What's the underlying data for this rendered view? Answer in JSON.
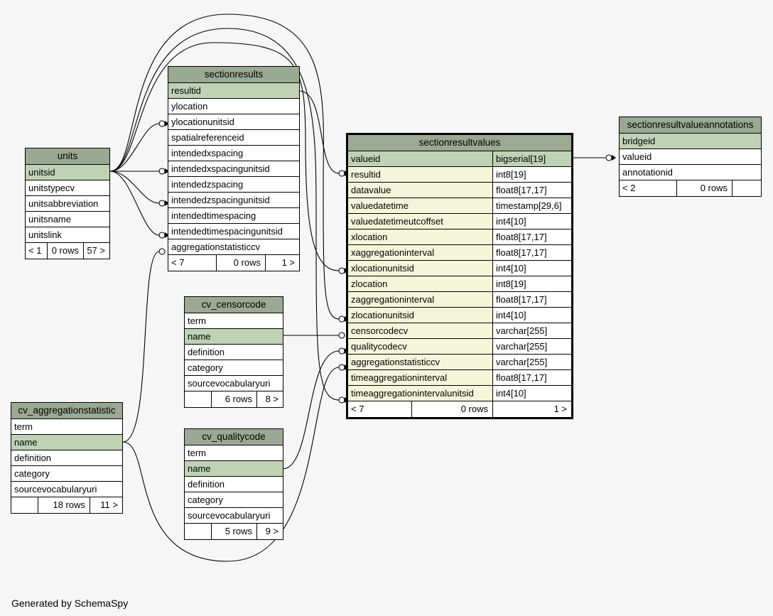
{
  "footer": "Generated by SchemaSpy",
  "tables": {
    "units": {
      "title": "units",
      "rows": [
        {
          "name": "unitsid",
          "kind": "pk"
        },
        {
          "name": "unitstypecv",
          "kind": ""
        },
        {
          "name": "unitsabbreviation",
          "kind": ""
        },
        {
          "name": "unitsname",
          "kind": ""
        },
        {
          "name": "unitslink",
          "kind": ""
        }
      ],
      "footer": [
        "< 1",
        "0 rows",
        "57 >"
      ]
    },
    "sectionresults": {
      "title": "sectionresults",
      "rows": [
        {
          "name": "resultid",
          "kind": "pk"
        },
        {
          "name": "ylocation",
          "kind": ""
        },
        {
          "name": "ylocationunitsid",
          "kind": ""
        },
        {
          "name": "spatialreferenceid",
          "kind": ""
        },
        {
          "name": "intendedxspacing",
          "kind": ""
        },
        {
          "name": "intendedxspacingunitsid",
          "kind": ""
        },
        {
          "name": "intendedzspacing",
          "kind": ""
        },
        {
          "name": "intendedzspacingunitsid",
          "kind": ""
        },
        {
          "name": "intendedtimespacing",
          "kind": ""
        },
        {
          "name": "intendedtimespacingunitsid",
          "kind": ""
        },
        {
          "name": "aggregationstatisticcv",
          "kind": ""
        }
      ],
      "footer": [
        "< 7",
        "0 rows",
        "1 >"
      ]
    },
    "sectionresultvalues": {
      "title": "sectionresultvalues",
      "rows": [
        {
          "name": "valueid",
          "type": "bigserial[19]",
          "kind": "pk"
        },
        {
          "name": "resultid",
          "type": "int8[19]",
          "kind": "fk"
        },
        {
          "name": "datavalue",
          "type": "float8[17,17]",
          "kind": "fk"
        },
        {
          "name": "valuedatetime",
          "type": "timestamp[29,6]",
          "kind": "fk"
        },
        {
          "name": "valuedatetimeutcoffset",
          "type": "int4[10]",
          "kind": "fk"
        },
        {
          "name": "xlocation",
          "type": "float8[17,17]",
          "kind": "fk"
        },
        {
          "name": "xaggregationinterval",
          "type": "float8[17,17]",
          "kind": "fk"
        },
        {
          "name": "xlocationunitsid",
          "type": "int4[10]",
          "kind": "fk"
        },
        {
          "name": "zlocation",
          "type": "int8[19]",
          "kind": "fk"
        },
        {
          "name": "zaggregationinterval",
          "type": "float8[17,17]",
          "kind": "fk"
        },
        {
          "name": "zlocationunitsid",
          "type": "int4[10]",
          "kind": "fk"
        },
        {
          "name": "censorcodecv",
          "type": "varchar[255]",
          "kind": "fk"
        },
        {
          "name": "qualitycodecv",
          "type": "varchar[255]",
          "kind": "fk"
        },
        {
          "name": "aggregationstatisticcv",
          "type": "varchar[255]",
          "kind": "fk"
        },
        {
          "name": "timeaggregationinterval",
          "type": "float8[17,17]",
          "kind": "fk"
        },
        {
          "name": "timeaggregationintervalunitsid",
          "type": "int4[10]",
          "kind": "fk"
        }
      ],
      "footer": [
        "< 7",
        "0 rows",
        "1 >"
      ]
    },
    "sectionresultvalueannotations": {
      "title": "sectionresultvalueannotations",
      "rows": [
        {
          "name": "bridgeid",
          "kind": "pk"
        },
        {
          "name": "valueid",
          "kind": ""
        },
        {
          "name": "annotationid",
          "kind": ""
        }
      ],
      "footer": [
        "< 2",
        "0 rows",
        ""
      ]
    },
    "cv_censorcode": {
      "title": "cv_censorcode",
      "rows": [
        {
          "name": "term",
          "kind": ""
        },
        {
          "name": "name",
          "kind": "pk"
        },
        {
          "name": "definition",
          "kind": ""
        },
        {
          "name": "category",
          "kind": ""
        },
        {
          "name": "sourcevocabularyuri",
          "kind": ""
        }
      ],
      "footer": [
        "",
        "6 rows",
        "8 >"
      ]
    },
    "cv_qualitycode": {
      "title": "cv_qualitycode",
      "rows": [
        {
          "name": "term",
          "kind": ""
        },
        {
          "name": "name",
          "kind": "pk"
        },
        {
          "name": "definition",
          "kind": ""
        },
        {
          "name": "category",
          "kind": ""
        },
        {
          "name": "sourcevocabularyuri",
          "kind": ""
        }
      ],
      "footer": [
        "",
        "5 rows",
        "9 >"
      ]
    },
    "cv_aggregationstatistic": {
      "title": "cv_aggregationstatistic",
      "rows": [
        {
          "name": "term",
          "kind": ""
        },
        {
          "name": "name",
          "kind": "pk"
        },
        {
          "name": "definition",
          "kind": ""
        },
        {
          "name": "category",
          "kind": ""
        },
        {
          "name": "sourcevocabularyuri",
          "kind": ""
        }
      ],
      "footer": [
        "",
        "18 rows",
        "11 >"
      ]
    }
  }
}
